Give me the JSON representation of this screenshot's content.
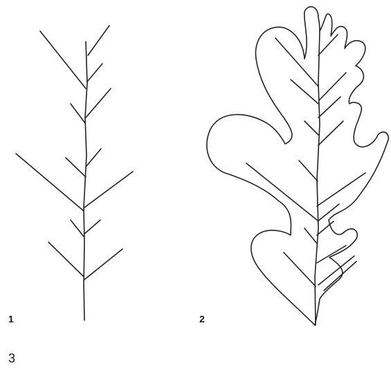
{
  "figures": [
    {
      "label": "1",
      "kind": "vein-skeleton"
    },
    {
      "label": "2",
      "kind": "oak-leaf-outline-with-veins"
    }
  ],
  "page_number": "3",
  "colors": {
    "ink": "#222222",
    "background": "#ffffff"
  }
}
